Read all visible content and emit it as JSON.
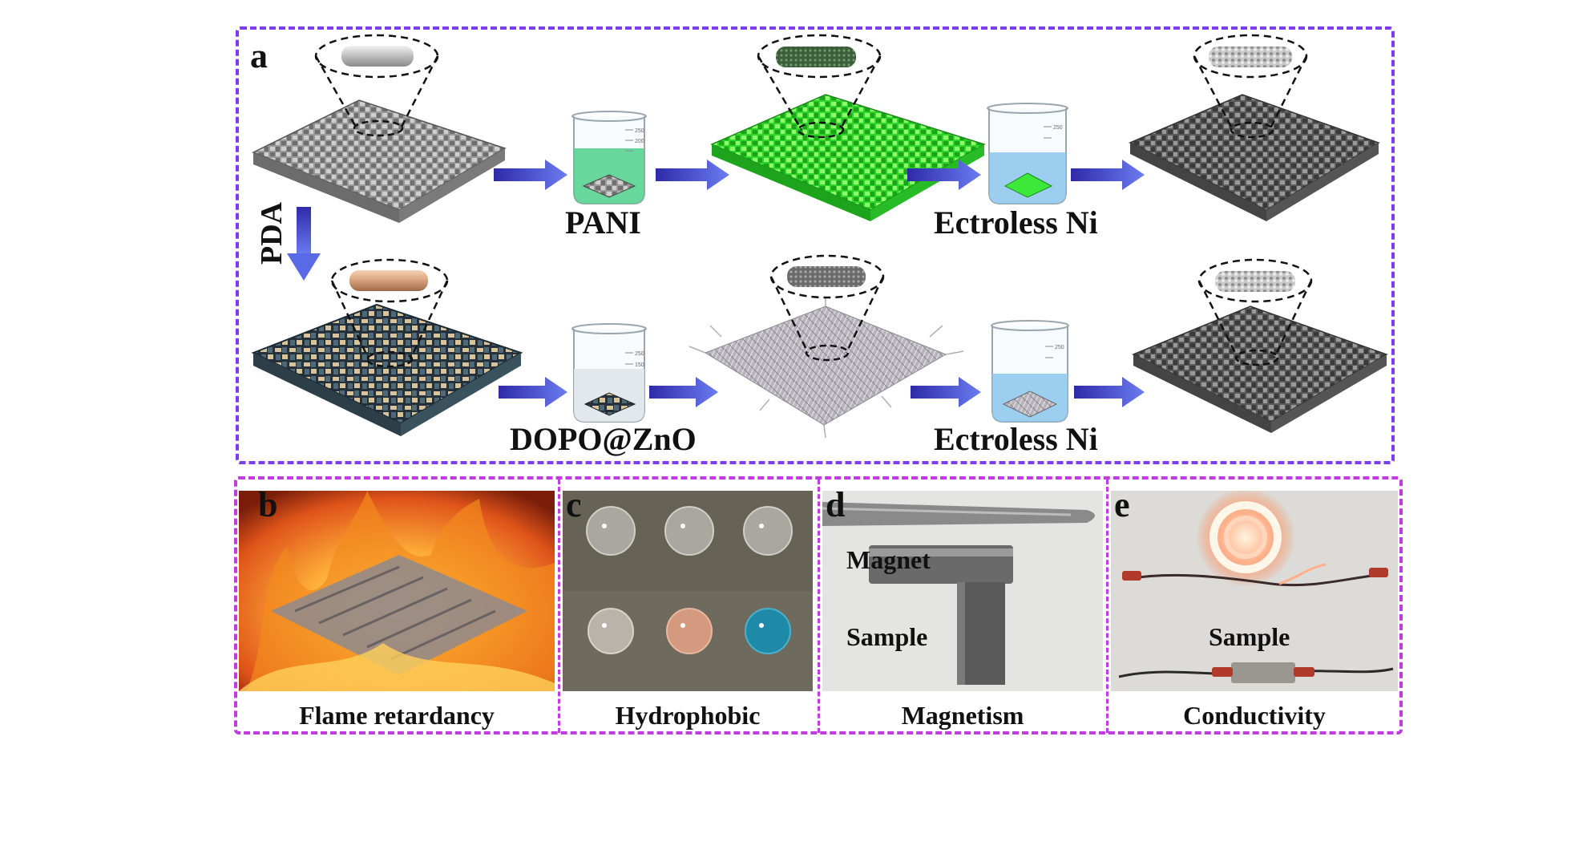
{
  "panel_a": {
    "letter": "a",
    "vertical_label": "PDA",
    "top_row": {
      "step1": "PANI",
      "step2": "Ectroless Ni"
    },
    "bottom_row": {
      "step1": "DOPO@ZnO",
      "step2": "Ectroless Ni"
    }
  },
  "panels": [
    {
      "letter": "b",
      "caption": "Flame retardancy"
    },
    {
      "letter": "c",
      "caption": "Hydrophobic"
    },
    {
      "letter": "d",
      "caption": "Magnetism",
      "labels": [
        "Magnet",
        "Sample"
      ]
    },
    {
      "letter": "e",
      "caption": "Conductivity",
      "labels": [
        "Sample"
      ]
    }
  ],
  "colors": {
    "panel_a_border": "#7d3cf0",
    "bottom_border": "#c13ce0",
    "arrow": "#4a3fd6",
    "pani_green": "#3ee83a",
    "pani_solution": "#4fd08a",
    "ni_solution": "#8cc6ec",
    "fabric_gray": "#8e8e8e",
    "flame": "#f28a1e",
    "glow": "#ff7a3a"
  },
  "beaker_ticks": [
    "250",
    "200",
    "150"
  ]
}
